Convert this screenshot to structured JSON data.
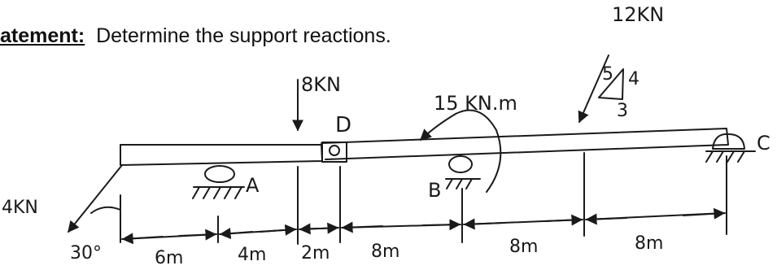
{
  "statement": {
    "label": "atement:",
    "text": "Determine the support reactions."
  },
  "loads": {
    "top_right_force": "12KN",
    "slope_5": "5",
    "slope_4": "4",
    "slope_3": "3",
    "vertical_force": "8KN",
    "moment": "15 KN.m",
    "inclined_force": "4KN",
    "angle": "30°"
  },
  "points": {
    "A": "A",
    "B": "B",
    "C": "C",
    "D": "D"
  },
  "dimensions": [
    "6m",
    "4m",
    "2m",
    "8m",
    "8m",
    "8m"
  ]
}
